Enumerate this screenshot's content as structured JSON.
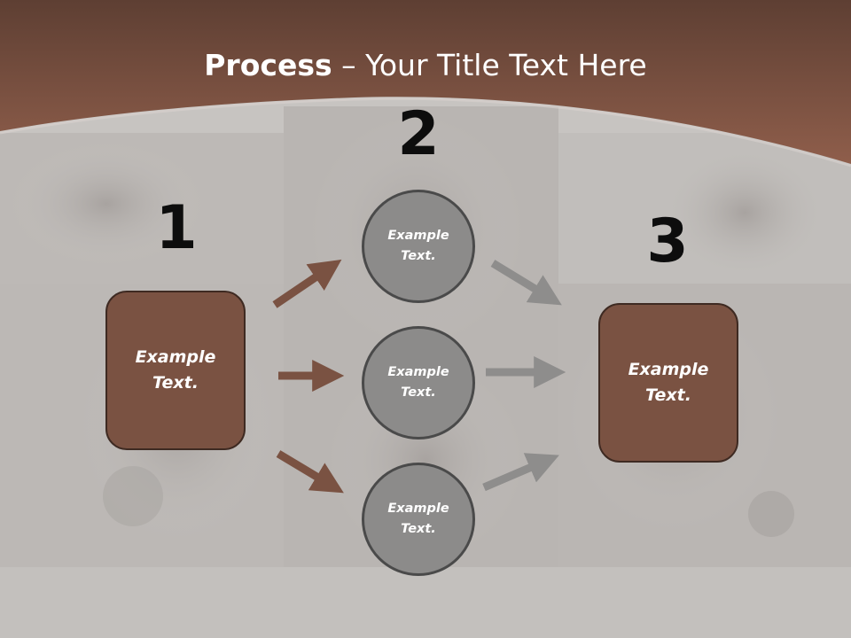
{
  "title": {
    "bold": "Process",
    "rest": " – Your Title Text Here"
  },
  "steps": {
    "n1": "1",
    "n2": "2",
    "n3": "3"
  },
  "left_box": {
    "text": "Example\nText."
  },
  "right_box": {
    "text": "Example\nText."
  },
  "circles": [
    {
      "text": "Example\nText."
    },
    {
      "text": "Example\nText."
    },
    {
      "text": "Example\nText."
    }
  ],
  "colors": {
    "header": "#8a5a48",
    "box_fill": "#7a5242",
    "circle_fill": "#8c8b8a",
    "brown_arrow": "#7a5242",
    "grey_arrow": "#8e8d8c"
  }
}
